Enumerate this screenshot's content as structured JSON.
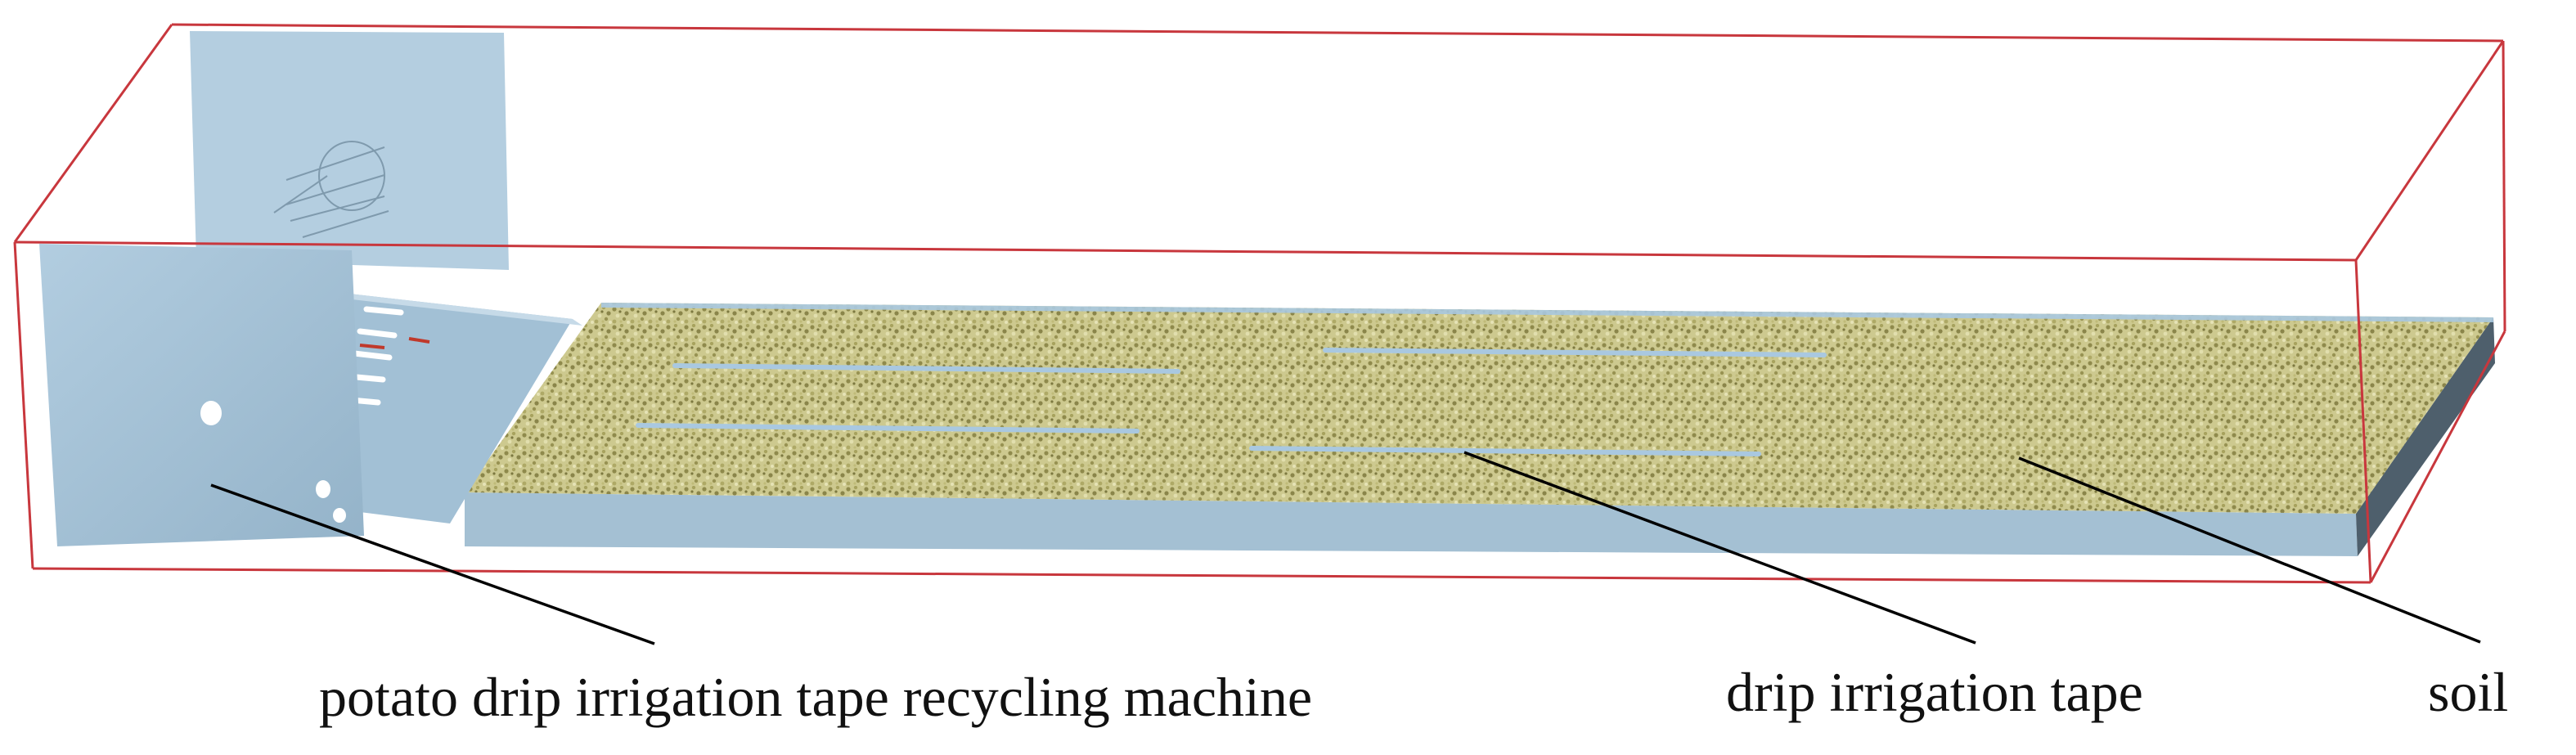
{
  "labels": {
    "machine": "potato drip irrigation tape recycling machine",
    "tape": "drip irrigation tape",
    "soil": "soil"
  },
  "colors": {
    "domain_outline": "#c8373d",
    "machine_panel": "#a9c6da",
    "machine_panel_dark": "#8fb0c6",
    "soil_top": "#c9c58a",
    "soil_speckle": "#8f8a4c",
    "soil_side": "#9fbbcf",
    "soil_end": "#4e5f6c",
    "tape": "#a9c8e0",
    "leader_line": "#000000"
  }
}
